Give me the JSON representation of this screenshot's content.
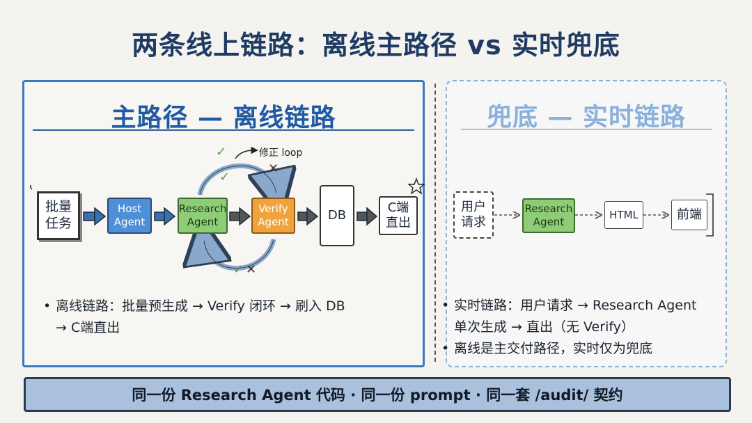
{
  "title": "两条线上链路：离线主路径 vs 实时兜底",
  "main_path": {
    "title": "主路径 — 离线链路",
    "nodes": {
      "batch": "批量\n任务",
      "host": "Host\nAgent",
      "research": "Research\nAgent",
      "verify": "Verify\nAgent",
      "db": "DB",
      "client": "C端\n直出"
    },
    "loop_label": "修正 loop",
    "bullets": [
      "离线链路：批量预生成 → Verify 闭环 → 刷入 DB",
      "→ C端直出"
    ]
  },
  "fallback": {
    "title": "兜底 — 实时链路",
    "nodes": {
      "user": "用户\n请求",
      "research": "Research\nAgent",
      "html": "HTML",
      "frontend": "前端"
    },
    "bullets": [
      "实时链路：用户请求 → Research Agent",
      "单次生成 → 直出（无 Verify）",
      "离线是主交付路径，实时仅为兜底"
    ]
  },
  "footer": "同一份 Research Agent 代码 · 同一份 prompt · 同一套 /audit/ 契约",
  "colors": {
    "host": "#4f8fd9",
    "research": "#8fcc77",
    "verify": "#f0a23c",
    "title": "#1f3b63"
  }
}
